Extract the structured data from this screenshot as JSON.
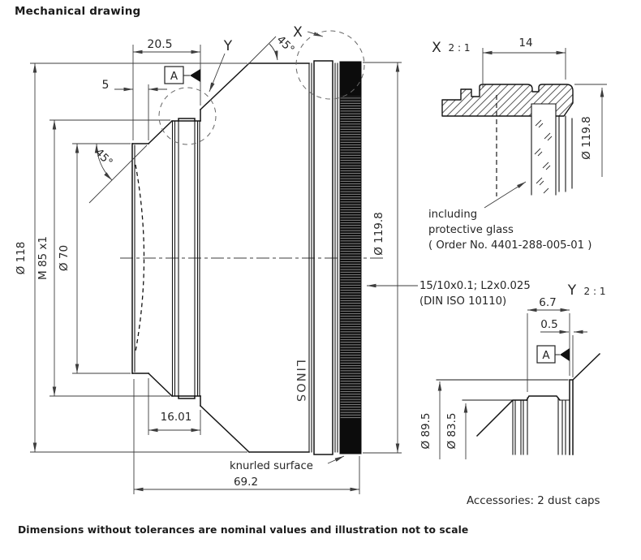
{
  "title": "Mechanical drawing",
  "footer": "Dimensions without tolerances are nominal values and illustration not to scale",
  "accessories": "Accessories: 2 dust caps",
  "colors": {
    "outline": "#141414",
    "dimension": "#3d3d3d",
    "background": "#ffffff"
  },
  "main_view": {
    "brand": "LINOS",
    "datum_label": "A",
    "detail_marker_x": "X",
    "detail_marker_y": "Y",
    "dim_20_5": "20.5",
    "dim_5": "5",
    "angle_top": "45°",
    "angle_left": "45°",
    "dia_118": "Ø 118",
    "thread": "M 85 x1",
    "dia_70": "Ø 70",
    "dia_119_8": "Ø 119.8",
    "dim_16_01": "16.01",
    "dim_69_2": "69.2",
    "knurled_note": "knurled surface",
    "surface_note_line1": "15/10x0.1; L2x0.025",
    "surface_note_line2": "(DIN ISO 10110)"
  },
  "detail_x": {
    "label": "X",
    "scale": "2 : 1",
    "dim_14": "14",
    "dia_119_8": "Ø 119.8",
    "note_line1": "including",
    "note_line2": "protective glass",
    "note_line3": "( Order No. 4401-288-005-01 )"
  },
  "detail_y": {
    "label": "Y",
    "scale": "2 : 1",
    "dim_6_7": "6.7",
    "dim_0_5": "0.5",
    "datum_label": "A",
    "dia_89_5": "Ø 89.5",
    "dia_83_5": "Ø 83.5"
  }
}
